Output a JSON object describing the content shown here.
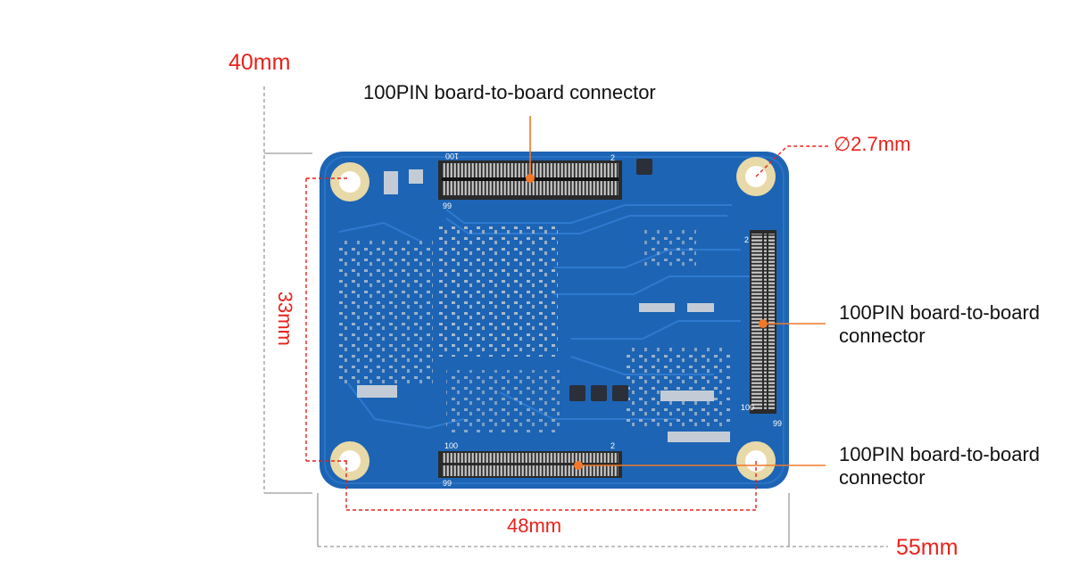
{
  "dimensions": {
    "height_label": "40mm",
    "width_label": "55mm",
    "hole_vertical_spacing": "33mm",
    "hole_horizontal_spacing": "48mm",
    "hole_diameter": "∅2.7mm"
  },
  "connectors": {
    "top_label": "100PIN board-to-board connector",
    "right_label_line1": "100PIN board-to-board",
    "right_label_line2": "connector",
    "bottom_label_line1": "100PIN board-to-board",
    "bottom_label_line2": "connector"
  },
  "silkscreen": {
    "top_pin_a": "100",
    "top_pin_b": "2",
    "top_pin_c": "99",
    "right_pin_a": "2",
    "right_pin_b": "100",
    "right_pin_c": "99",
    "bottom_pin_a": "100",
    "bottom_pin_b": "2",
    "bottom_pin_c": "99"
  },
  "colors": {
    "dimension": "#e8221b",
    "leader": "#f07828",
    "board": "#1d64b4",
    "guide": "#9a9a9a"
  }
}
